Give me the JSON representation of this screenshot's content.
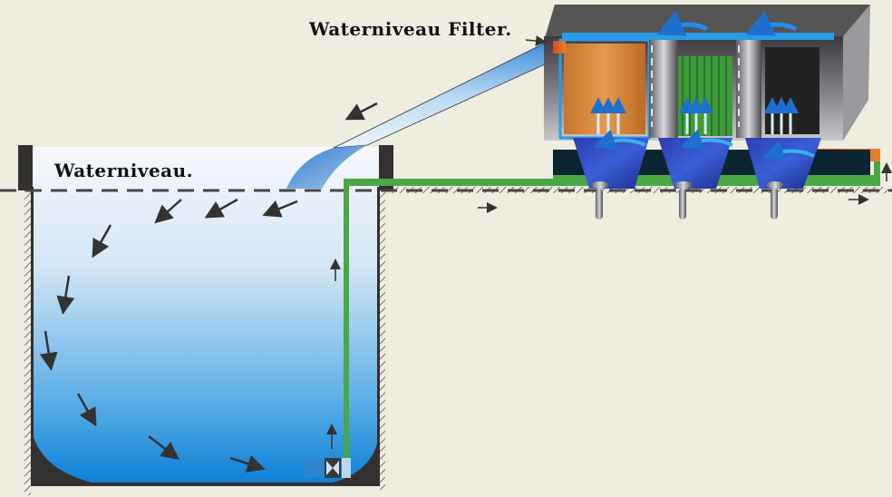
{
  "labels": {
    "filter_water_level": "Waterniveau Filter.",
    "pond_water_level": "Waterniveau."
  },
  "filter": {
    "chambers": [
      {
        "name": "Foam / sponge media chamber",
        "media_color": "#d9853a"
      },
      {
        "name": "Brush / mat media chamber",
        "media_color": "#3f9a3a"
      },
      {
        "name": "Dark media chamber",
        "media_color": "#222222"
      }
    ],
    "drain_valves": 3
  },
  "colors": {
    "background": "#efece0",
    "pipe_green": "#4aa844",
    "water_light": "#f4f8fd",
    "water_dark": "#0b7fd6",
    "wall_dark": "#333030",
    "arrow_dark": "#333333"
  },
  "icons": {
    "pump": "pump-icon",
    "flow_arrow": "arrow-icon"
  }
}
